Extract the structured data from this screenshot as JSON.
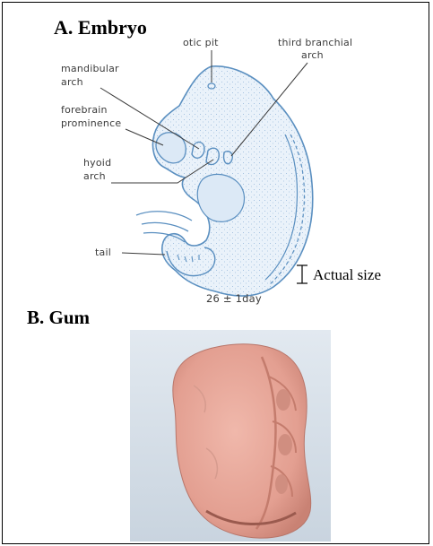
{
  "panel_a": {
    "title": "A. Embryo",
    "labels": {
      "otic_pit": "otic pit",
      "third_branchial_line1": "third branchial",
      "third_branchial_line2": "arch",
      "mandibular_line1": "mandibular",
      "mandibular_line2": "arch",
      "forebrain_line1": "forebrain",
      "forebrain_line2": "prominence",
      "hyoid_line1": "hyoid",
      "hyoid_line2": "arch",
      "tail": "tail"
    },
    "age": "26 ± 1day",
    "scale_label": "Actual size",
    "colors": {
      "outline": "#5a8fc0",
      "fill": "#e8f1fa",
      "stipple": "#7fa9d1"
    }
  },
  "panel_b": {
    "title": "B. Gum",
    "colors": {
      "background": "#d6dfe9",
      "gum": "#e6a79a",
      "gum_shadow": "#c97f70"
    }
  }
}
